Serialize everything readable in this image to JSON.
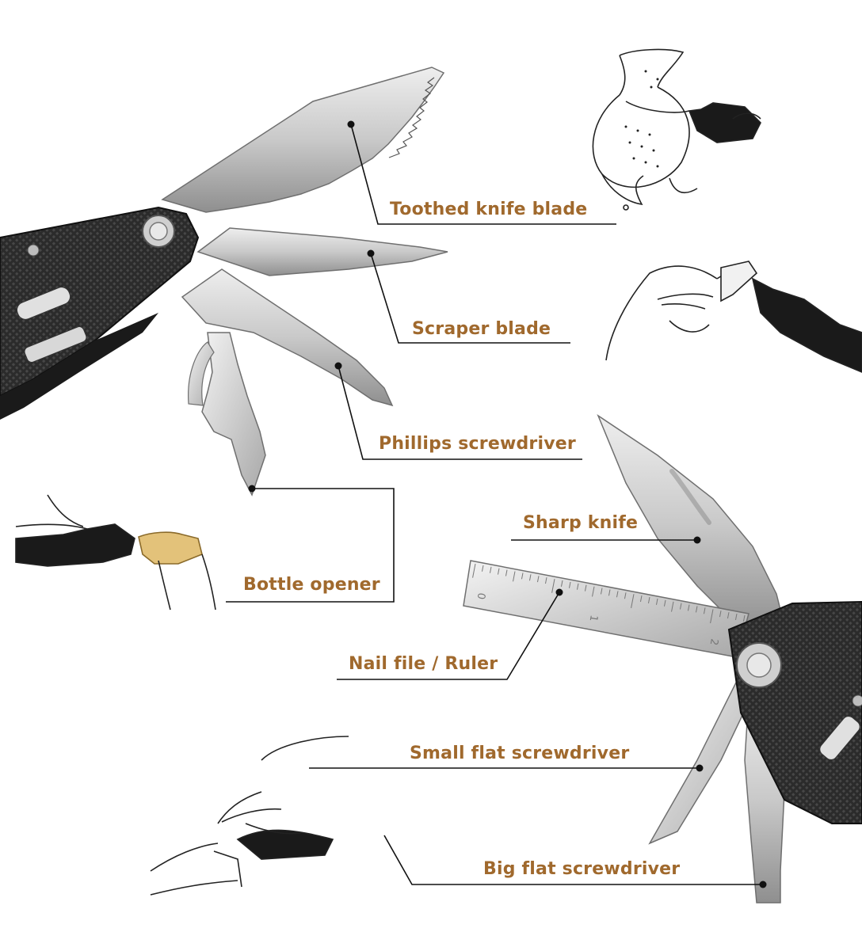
{
  "labels": {
    "toothed_knife_blade": "Toothed knife blade",
    "scraper_blade": "Scraper blade",
    "phillips_screwdriver": "Phillips screwdriver",
    "bottle_opener": "Bottle opener",
    "sharp_knife": "Sharp knife",
    "nail_file_ruler": "Nail file / Ruler",
    "small_flat_screwdriver": "Small flat screwdriver",
    "big_flat_screwdriver": "Big flat screwdriver"
  },
  "ruler_marks": [
    "0",
    "1",
    "2"
  ],
  "colors": {
    "label_text": "#a0692d",
    "leader_line": "#111111",
    "handle": "#2a2a2a",
    "steel_light": "#d8d8d8",
    "steel_dark": "#9a9a9a",
    "bottle_cap": "#e3c27a"
  }
}
